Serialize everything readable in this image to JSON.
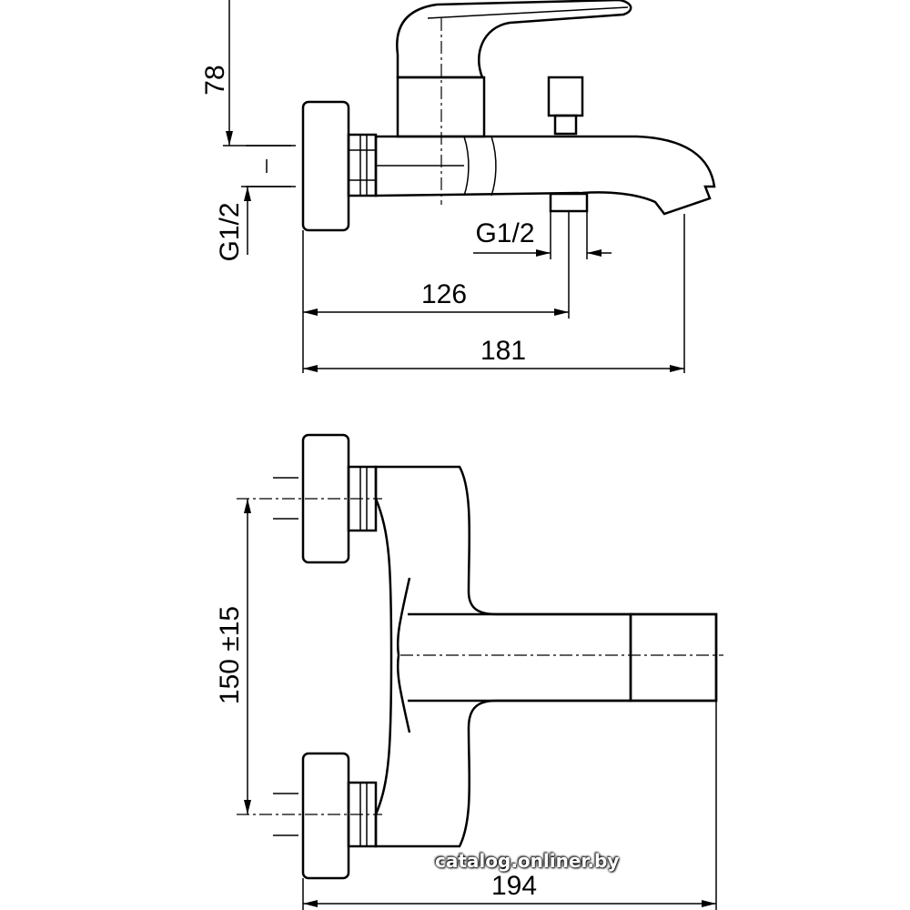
{
  "top_view": {
    "dim_height": "78",
    "dim_inlet_thread": "G1/2",
    "dim_outlet_thread": "G1/2",
    "dim_outlet_distance": "126",
    "dim_total_length": "181"
  },
  "bottom_view": {
    "dim_inlet_spacing": "150 ±15",
    "dim_total_length": "194"
  },
  "watermark": "catalog.onliner.by"
}
